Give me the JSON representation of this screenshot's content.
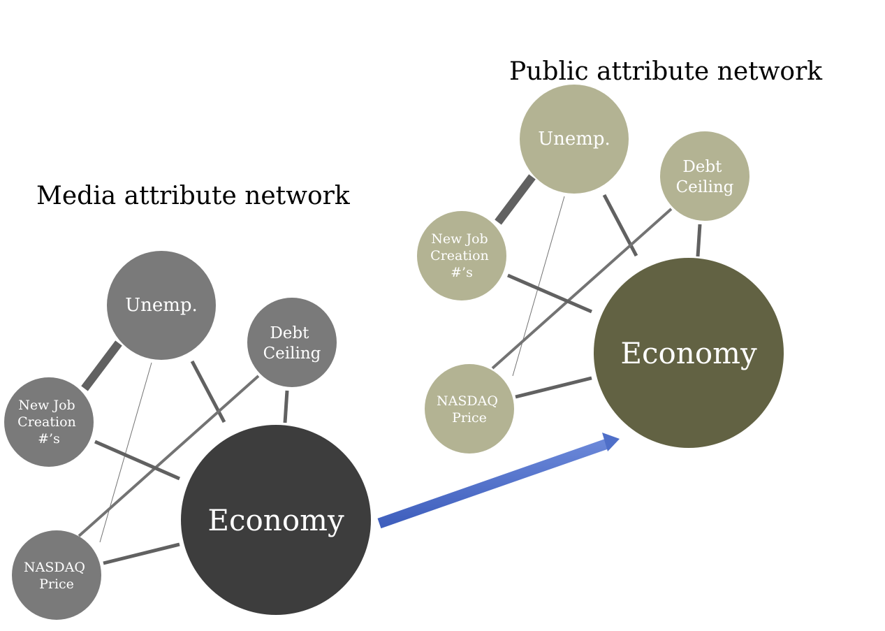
{
  "colors": {
    "media_node": "#7a7a7a",
    "media_hub": "#3d3d3d",
    "public_node": "#b3b393",
    "public_hub": "#626243",
    "edge": "#616161",
    "edge_thin": "#737373",
    "arrow": "#4f6fc8"
  },
  "media": {
    "title": "Media attribute network",
    "nodes": {
      "unemp": [
        "Unemp."
      ],
      "debt": [
        "Debt",
        "Ceiling"
      ],
      "jobs": [
        "New Job",
        "Creation",
        "#’s"
      ],
      "nasdaq": [
        "NASDAQ",
        "Price"
      ],
      "economy": [
        "Economy"
      ]
    }
  },
  "public": {
    "title": "Public attribute network",
    "nodes": {
      "unemp": [
        "Unemp."
      ],
      "debt": [
        "Debt",
        "Ceiling"
      ],
      "jobs": [
        "New Job",
        "Creation",
        "#’s"
      ],
      "nasdaq": [
        "NASDAQ",
        "Price"
      ],
      "economy": [
        "Economy"
      ]
    }
  },
  "arrow_icon": "right-arrow-icon"
}
